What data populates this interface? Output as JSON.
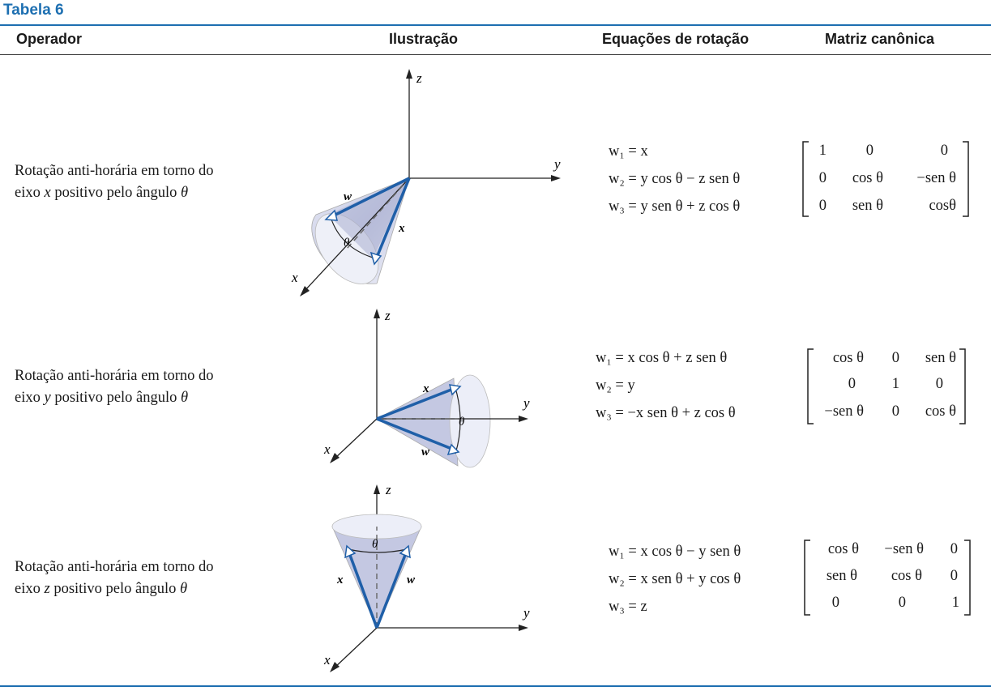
{
  "title": "Tabela 6",
  "headers": {
    "operator": "Operador",
    "illustration": "Ilustração",
    "equations": "Equações de rotação",
    "matrix": "Matriz canônica"
  },
  "rows": [
    {
      "op_line1": "Rotação anti-horária em torno do",
      "op_line2_pre": "eixo ",
      "axis": "x",
      "op_line2_post": " positivo pelo ângulo ",
      "theta": "θ",
      "eq1": "w₁ = x",
      "eq2": "w₂ = y cos θ − z sen θ",
      "eq3": "w₃ = y sen θ + z cos θ",
      "matrix": [
        [
          "1",
          "0",
          "0"
        ],
        [
          "0",
          "cos θ",
          "−sen θ"
        ],
        [
          "0",
          "sen θ",
          "cosθ"
        ]
      ],
      "labels": {
        "z": "z",
        "y": "y",
        "x": "x",
        "w": "w",
        "xv": "x",
        "theta": "θ"
      }
    },
    {
      "op_line1": "Rotação anti-horária em torno do",
      "op_line2_pre": "eixo ",
      "axis": "y",
      "op_line2_post": " positivo pelo ângulo ",
      "theta": "θ",
      "eq1": "w₁ = x cos θ + z sen θ",
      "eq2": "w₂ = y",
      "eq3": "w₃ = −x sen θ + z cos θ",
      "matrix": [
        [
          "cos θ",
          "0",
          "sen θ"
        ],
        [
          "0",
          "1",
          "0"
        ],
        [
          "−sen θ",
          "0",
          "cos θ"
        ]
      ],
      "labels": {
        "z": "z",
        "y": "y",
        "x": "x",
        "w": "w",
        "xv": "x",
        "theta": "θ"
      }
    },
    {
      "op_line1": "Rotação anti-horária em torno do",
      "op_line2_pre": "eixo ",
      "axis": "z",
      "op_line2_post": " positivo pelo ângulo ",
      "theta": "θ",
      "eq1": "w₁ = x cos θ − y sen θ",
      "eq2": "w₂ = x sen θ + y cos θ",
      "eq3": "w₃ = z",
      "matrix": [
        [
          "cos θ",
          "−sen θ",
          "0"
        ],
        [
          "sen θ",
          "cos θ",
          "0"
        ],
        [
          "0",
          "0",
          "1"
        ]
      ],
      "labels": {
        "z": "z",
        "y": "y",
        "x": "x",
        "w": "w",
        "xv": "x",
        "theta": "θ"
      }
    }
  ],
  "colors": {
    "accent": "#1d6fb1",
    "vector": "#1f5fa8",
    "cone": "#c9cde6"
  }
}
